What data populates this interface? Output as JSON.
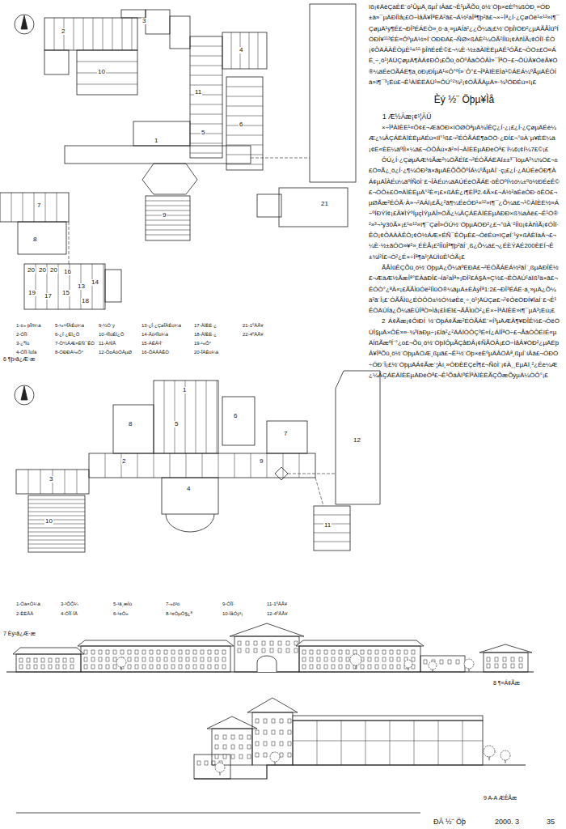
{
  "diagram": {
    "labels": [
      "ïõ¡¢ÄêÇàÈË´ó¹ÛµÄ¸ßµÍ´íÂä£¬Ê¹µÃÕû¸ö½¨Öþ×éÈº¾ßÓÐ¸»ÓÐ±ä»¯µÄÐÎÌå¡£Ö÷ÌåÂ¥ÎªËÄ²ã£¬Á½²àÎª¶þ²ã£¬×÷Îª¿Í·¿ÇøÓë¹«¹²»î¶¯ÇøµÄ¹ý¶É£¬ÐÎ³ÉÁËÒ»¸ö·á¸»µÄÍâ²¿¿Õ¼ä¡£½¨ÖþÎïÖÐ²¿µÄÃÅÌüºÍÖÐÍ¥¹¹³ÉÈ«ÔºµÄ½»Í¨ÖÐÐÄ£¬ÑØ×ßÀÈ²¼ÖÃ²ÍÌü¡¢ÀñÌÃ¡¢ÓÎÏ·ÊÒ¡¢ÔÄÀÀÊÒµÈ¹«¹²·þÎñÉèÊ©£¬¼È·½±ãÀÏÈËµÄÊ¹ÓÃ£¬ÓÖ±£Ö¤ÁË¸÷¸ö¹¦ÄÜÇøµÄ¶ÀÁ¢ÐÔ¡£Õû¸öÔºÂäÒÔÂÌ»¯ÎªÖ÷£¬ÔÚÂ¥ÓëÂ¥Ö®¼äÉèÖÃÁË¶à¸öÐ¡ÐÍµÄ¹«Ô°ºÍ»¨Ô°£¬ÎªÀÏÈËÌá¹©ÁËÁ¼ºÃµÄÊÒÍâ»î¶¯³¡Ëù£¬Ê¹ÀÏÈËÄÜ¹»ÔÚ°²¾²¡¢ÓÅÃÀµÄ»·¾³ÖÐÉú»î¡£",
      "Èý ½¨ Öþµ¥Ìå",
      "1 Æ½Ãæ¡¢¹¦ÄÜ",
      "×÷ÎªÀÏÈË¹«Ô¢£¬ÆäÖÐ×îÖØÒªµÄ¾ÍÊÇ¿Í·¿¡£¿Í·¿ÇøµÄÉè¼Æ¿¼ÂÇÁËÀÏÈËµÄÉú»îÏ°¹ß£¬²ÉÓÃÁË¶àÖÖ·¿ÐÍ£¬°üÀ¨µ¥ÈË¼ä¡¢Ë«ÈË¼äºÍÌ×¼ä£¬ÒÔÂú×ã²»Í¬ÀÏÈËµÄÐèÒª£¨Í¼6¡¢Í¼7£©¡£",
      "ÔÚ¿Í·¿ÇøµÄÆ½Ãæ²¼ÖÃÉÏ£¬²ÉÓÃÁËÄÏ±±³¯ÏòµÄ²¼¾Ö£¬±£Ö¤Ã¿¸ö¿Í·¿¶¼ÓÐ³ä×ãµÄÈÕÕÕºÍÁ¼ºÃµÄÍ¨·ç¡£¿Í·¿ÄÚÉèÓÐ¶ÀÁ¢µÄÎÀÉú¼äºÍÑôÌ¨£¬ÎÀÉú¼äÄÚÉèÖÃÁË·öÊÖºÍ½ô¼±ºô½ÐÉèÊ©£¬ÒÔ±£Ö¤ÀÏÈËµÄ°²È«¡£×ßÀÈ¿í¶ÈÎª2.4Ã×£¬Á½²àÉèÓÐ·öÊÖ£¬µØÃæ²ÉÓÃ·À»¬²ÄÁÏ¡£Ã¿²ã¶¼ÉèÓÐ¹«¹²»î¶¯¿Õ¼ä£¬¹©ÀÏÈË½»Á÷ºÍÐÝÏ¢¡£Â¥ÌÝºÍµçÌÝµÄÎ»ÖÃ¿¼ÂÇÁËÀÏÈËµÄÐÐ×ß¾àÀë£¬Ê¹Ö®²»³¬¹ý30Ã×¡£¹«¹²»î¶¯ÇøÎ»ÓÚ½¨ÖþµÄÖÐ²¿£¬°üÀ¨²ÍÌü¡¢ÀñÌÃ¡¢ÓÎÏ·ÊÒ¡¢ÔÄÀÀÊÒ¡¢Ò½ÁÆ×ÉÑ¯ÊÒµÈ£¬ÓëÉú»îÇøÍ¨¹ý×ßÀÈÏàÁ¬£¬¼È·½±ãÓÖ»¥²»¸ÉÈÅ¡£²ÍÌüÎª¶þ²ãÍ¨¸ß¿Õ¼ä£¬¿ÉÈÝÄÉ200ÈËÍ¬Ê±¾Í²Í£¬Ò²¿É×÷Îª¶à¹¦ÄÜÌüÊ¹ÓÃ¡£",
      "ÃÅÌüÊÇÕû¸ö½¨ÖþµÄ¿Õ¼äºËÐÄ£¬²ÉÓÃÁËÁ½²ãÍ¨¸ßµÄÐÎÊ½£¬ÆäÆ½ÃæÎª°ËÀâÐÎ£¬Íâ²àÎª»¡ÐÎ²£Á§Ä»Ç½£¬ÊÒÄÚ¹âÏß³ä×ã£¬ÊÓÒ°¿ªÀ«¡£ÃÅÌüÓë²ÍÌüÖ®¼äµÄ±ÈÀýÎª1:2£¬ÐÎ³ÉÁË·á¸»µÄ¿Õ¼ä²ã´Î¡£´ÓÃÅÌü¿ÉÒÔÖ±½Ó½øÈë¸÷¸ö¹¦ÄÜÇø£¬²¢ÓëÖÐÍ¥ÏàÍ¨£¬Ê¹ÊÒÄÚÍâ¿Õ¼äÈÚÎªÒ»Ìå¡£ÍíÉÏ£¬ÃÅÌüÒ²¿É×÷ÎªÀÏÈË»î¶¯µÄ³¡Ëù¡£",
      "2 Á¢Ãæ¡¢ÔìÐÍ ½¨ÖþÁ¢Ãæ²ÉÓÃÁË´«Í³µÄÆÂ¶¥ÐÎÊ½£¬ÓëÖÜÎ§µÄ×ÔÈ»»·¾³ÏàÐ­µ÷¡£Íâ²¿²ÄÁÏÒÔÇ³É«Í¿ÁÏÎªÖ÷£¬ÅäÒÔÉîÉ«µÄÍßÃæºÍ´°¿ò£¬Õû¸ö½¨ÖþÏÔµÃÇåÐÂ¡¢ÑÅÖÂ¡£Ö÷ÌåÂ¥ÖÐ²¿µÄËþÂ¥ÎªÕû¸ö½¨ÖþµÄÖÆ¸ßµã£¬Ê¹½¨Öþ×éÈºµÄÂÖÀª¸ßµÍ´íÂä£¬ÓÐÖ÷ÓÐ´Î¡£½¨ÖþµÄÁ¢Ãæ´¦Àí¸»ÓÐÈËÇéÎ¶£¬ÑôÌ¨¡¢À¸¸ËµÄÏ¸²¿Éè¼Æ¿¼ÂÇÁËÀÏÈËµÄÐèÒª£¬Ê¹ÕâÀï³ÉÎªÀÏÈËÃÇÕæÕýµÄ¼ÒÔ°¡£",
      "21",
      "20",
      "20",
      "20",
      "16",
      "19",
      "17",
      "15",
      "13",
      "14",
      "18",
      "11",
      "10",
      "9",
      "8",
      "7",
      "6",
      "5",
      "4",
      "3",
      "2",
      "1",
      "1-±»·þÎñ¼ä",
      "5-¹«¹²ÎÀÉú¼ä",
      "9-½Ó´ý",
      "13-¿Í·¿ÇøÎÀÉú¼ä",
      "17-ÀÏÈË·¿",
      "21-1ºÅÂ¥",
      "2-ÓÎÏ·",
      "6-¿Í·¿ÉÏ¿Õ",
      "10-²ÍÌüÉÏ¿Õ",
      "14-Âô²ÍÌü¼ä",
      "18-ÀÏÈË·¿",
      "22-4ºÅÂ¥",
      "3-¿ªÌü",
      "7-Ò½ÁÆ×ÉÑ¯ÊÒ",
      "11-ÀñÌÃ",
      "15-ÄÉÁ¹Ì¨",
      "19-¹«Ô°",
      "4-ÓÎÏ·ÌüÍâ",
      "8-ÖÐÐÄ¹«Ô°",
      "12-Ô¤ÁôÓÃµØ",
      "16-ÔÄÀÀÊÒ",
      "20-ÎÀÉú¼ä",
      "6 ¶þ²ã¿Æ·æ",
      "1",
      "2",
      "3",
      "4",
      "5",
      "6",
      "7",
      "8",
      "9",
      "10",
      "11",
      "12",
      "1-Óà×Ó¼ä",
      "3-³ÔÔ¼",
      "5-¹ã¸æÏú",
      "7-»õ³ö",
      "9-ÓÎÏ·",
      "11-1ºÅÂ¥",
      "2-ÈËÃÅ",
      "4-ÓÎÏ·ÍÅ",
      "6-¹¤Ò»",
      "8-¹¤ÒµÒ§¿ª",
      "10-ÌåÓý³¡",
      "12-4ºÅÂ¥",
      "7 Èý²ã¿Æ·æ",
      "8 ¶«Á¢Ãæ",
      "9 A-A ÆÊÃæ",
      "ÐÂ ½¨ Öþ",
      "2000. 3",
      "35"
    ]
  }
}
